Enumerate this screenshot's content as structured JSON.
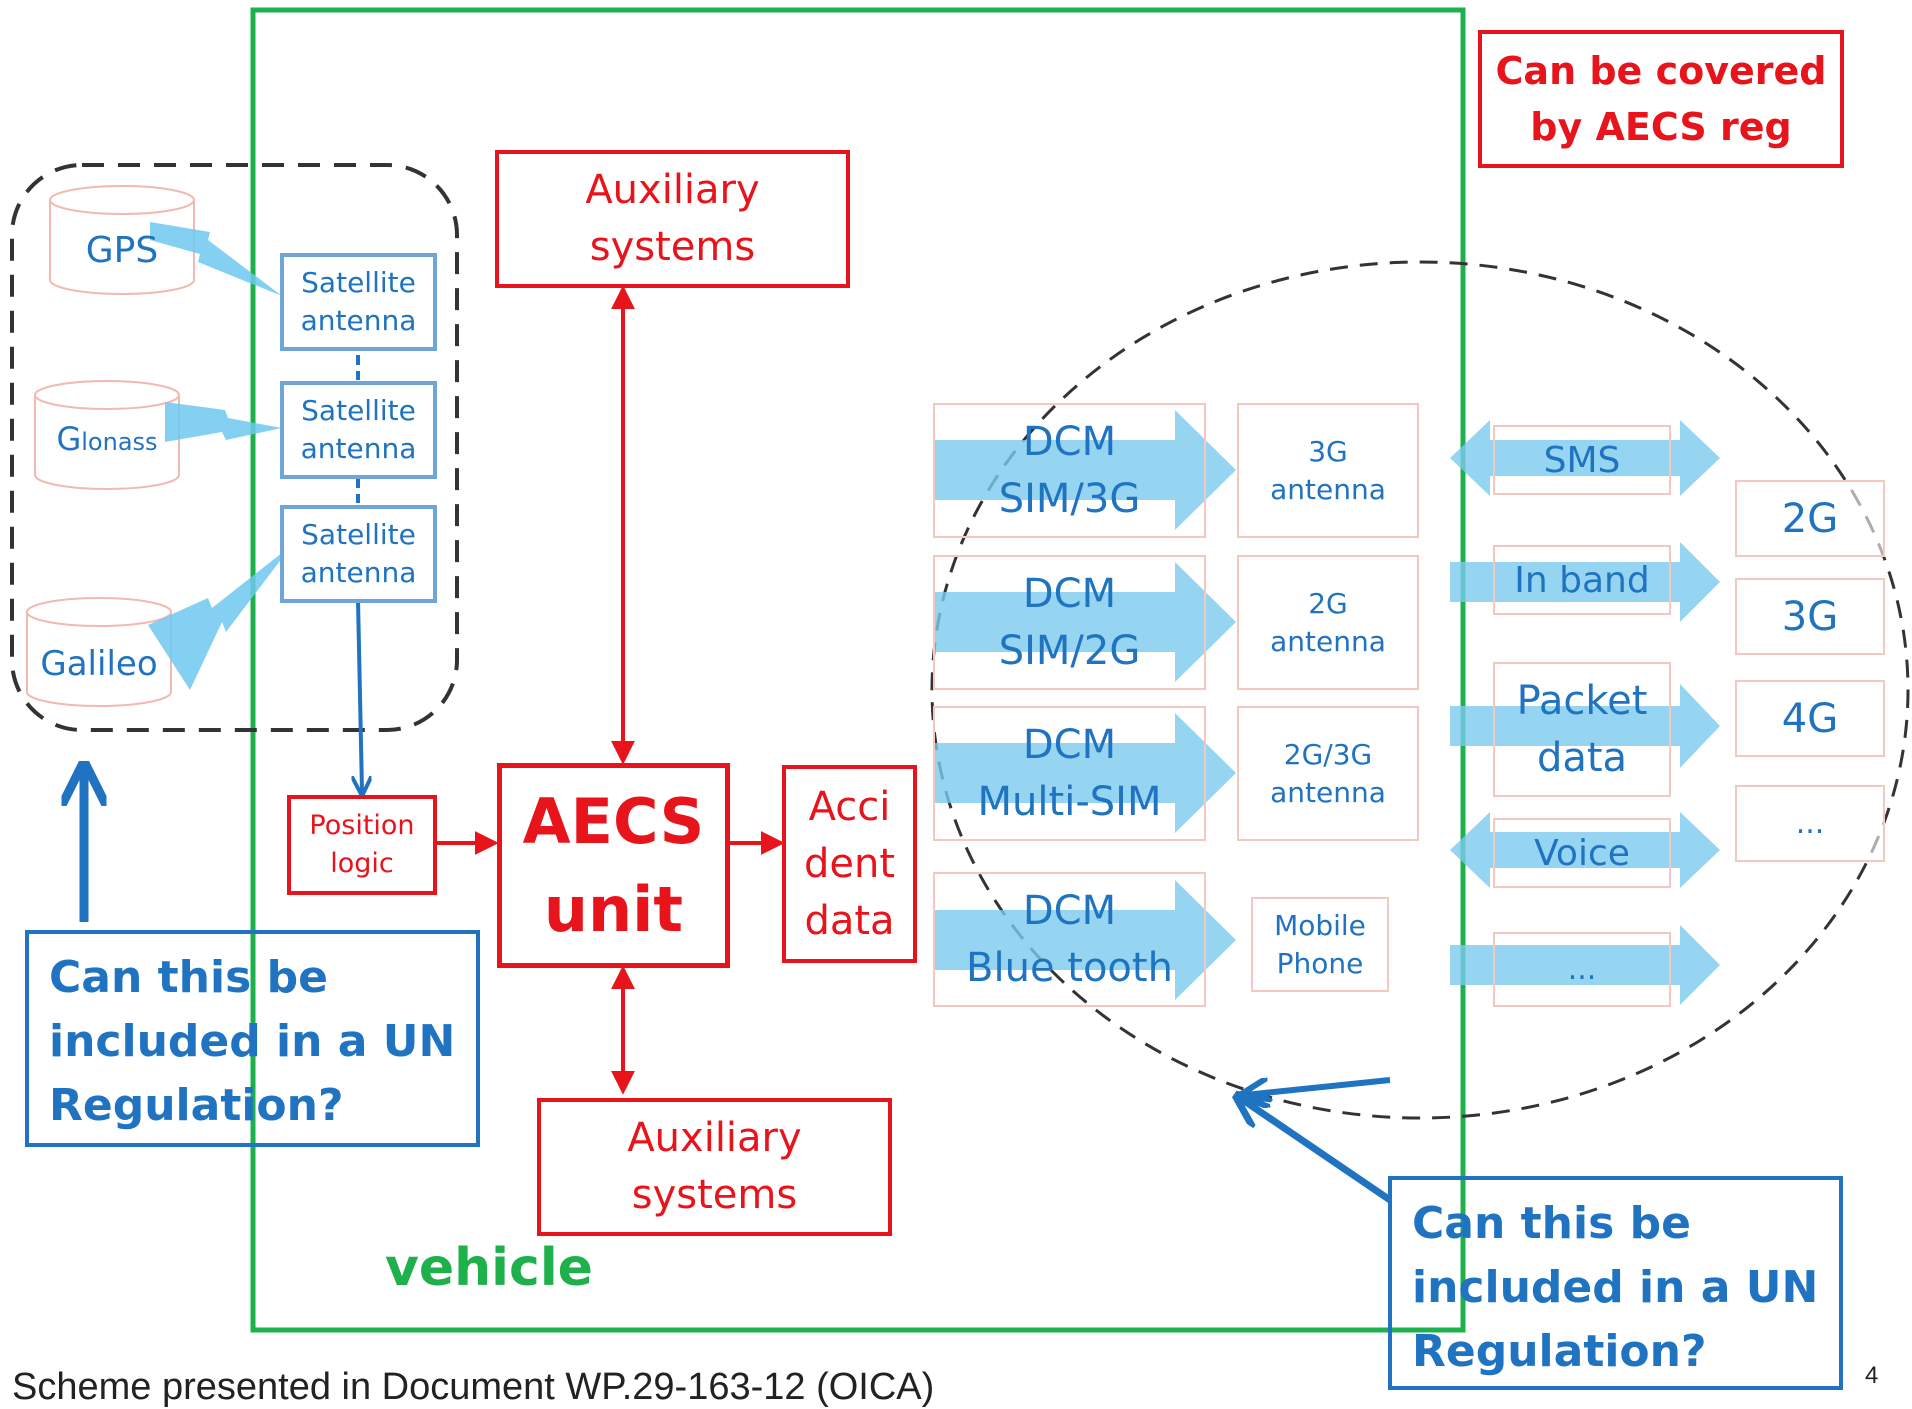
{
  "satellites": {
    "gps": "GPS",
    "glonass_g": "G",
    "glonass_rest": "lonass",
    "galileo": "Galileo"
  },
  "satellite_antenna": [
    [
      "Satellite",
      "antenna"
    ],
    [
      "Satellite",
      "antenna"
    ],
    [
      "Satellite",
      "antenna"
    ]
  ],
  "position_logic": [
    "Position",
    "logic"
  ],
  "aecs_unit": [
    "AECS",
    "unit"
  ],
  "accident_data": [
    "Acci",
    "dent",
    "data"
  ],
  "auxiliary_top": [
    "Auxiliary",
    "systems"
  ],
  "auxiliary_bottom": [
    "Auxiliary",
    "systems"
  ],
  "covered_note": [
    "Can be covered",
    "by AECS reg"
  ],
  "vehicle_label": "vehicle",
  "question_left": [
    "Can this be",
    "included in a UN",
    "Regulation?"
  ],
  "question_right": [
    "Can this be",
    "included in a UN",
    "Regulation?"
  ],
  "dcm": [
    [
      "DCM",
      "SIM/3G"
    ],
    [
      "DCM",
      "SIM/2G"
    ],
    [
      "DCM",
      "Multi-SIM"
    ],
    [
      "DCM",
      "Blue tooth"
    ]
  ],
  "antennas": [
    [
      "3G",
      "antenna"
    ],
    [
      "2G",
      "antenna"
    ],
    [
      "2G/3G",
      "antenna"
    ],
    [
      "Mobile",
      "Phone"
    ]
  ],
  "channels": [
    [
      "SMS"
    ],
    [
      "In band"
    ],
    [
      "Packet",
      "data"
    ],
    [
      "Voice"
    ],
    [
      "..."
    ]
  ],
  "networks": [
    "2G",
    "3G",
    "4G",
    "..."
  ],
  "footer": {
    "caption": "Scheme presented in Document WP.29-163-12 (OICA)",
    "page_number": "4"
  },
  "colors": {
    "red": "#e8141b",
    "blue": "#1f73c1",
    "green": "#1db04b",
    "light_blue": "#6ec8f0",
    "pink_border": "#f4c7c0"
  }
}
